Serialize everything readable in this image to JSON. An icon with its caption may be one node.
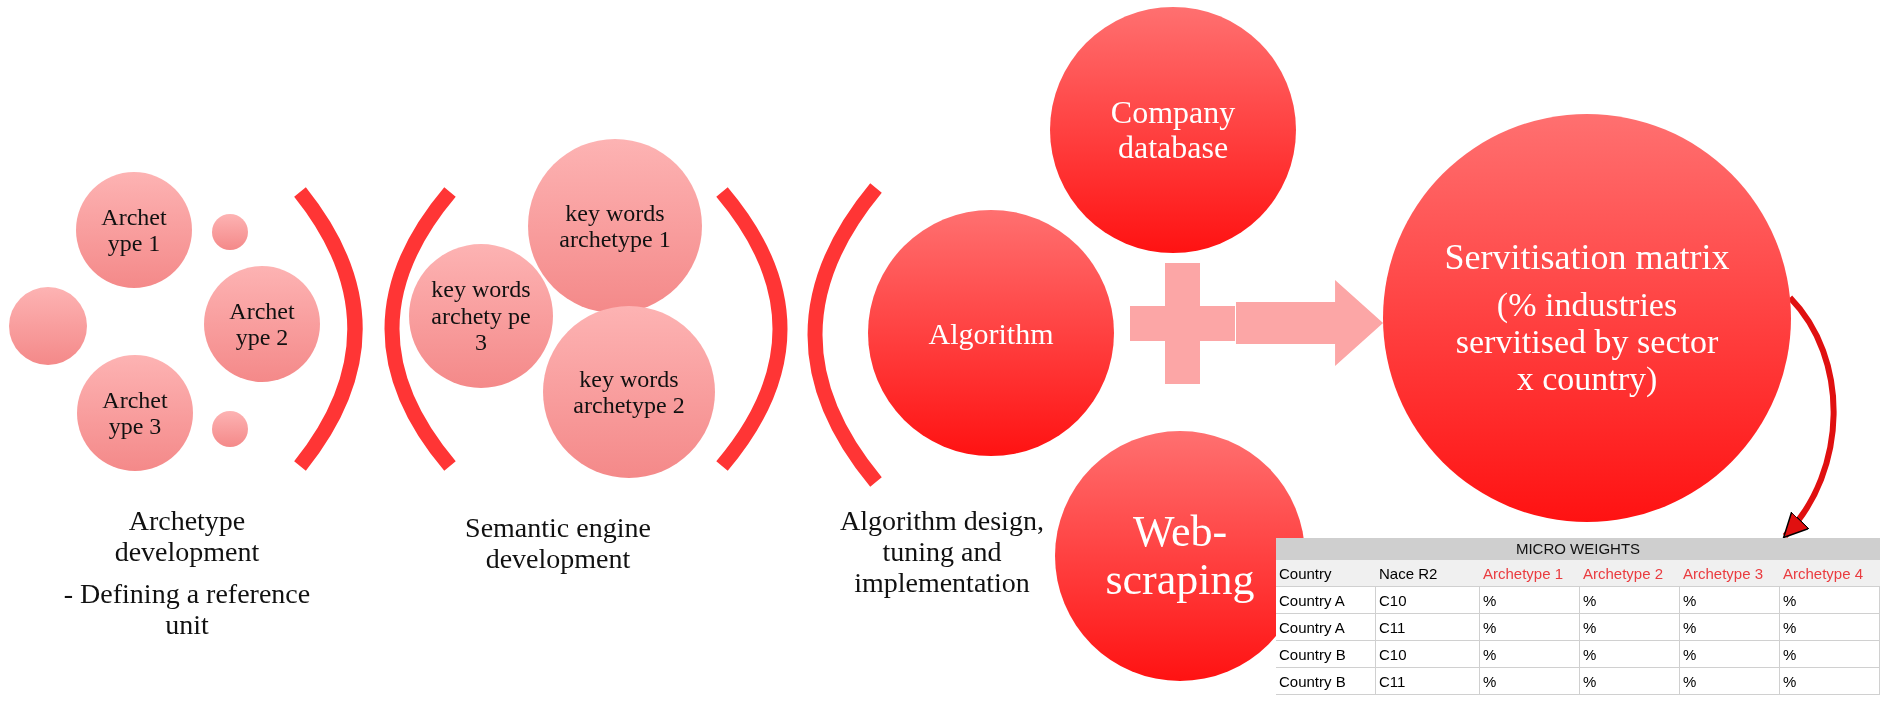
{
  "diagram": {
    "nodes": [
      {
        "text": [
          "Archet ype 1"
        ]
      },
      {
        "text": [],
        "shape": "circle"
      },
      {
        "text": [],
        "shape": "circle"
      },
      {
        "text": [
          "Archet ype 2"
        ]
      },
      {
        "text": [
          "Archet ype 3"
        ]
      },
      {
        "text": [],
        "shape": "circle"
      },
      {
        "text": [
          "key words archety pe 3"
        ]
      },
      {
        "text": [
          "key words archetype 1"
        ]
      },
      {
        "text": [
          "key words archetype 2"
        ]
      },
      {
        "text": [
          "Company database"
        ]
      },
      {
        "text": [
          "Algorithm"
        ]
      },
      {
        "text": [
          "Web- scraping"
        ]
      },
      {
        "text": [],
        "shape": "cross"
      },
      {
        "text": [
          "Servitisation matrix",
          "(% industries servitised by sector x country)"
        ]
      },
      {
        "text": [
          "MICRO WEIGHTS"
        ]
      }
    ],
    "edges": [
      {
        "from": 12,
        "to": 13,
        "arrow": "to"
      },
      {
        "from": 13,
        "to": 14,
        "arrow": "to"
      }
    ],
    "labels": [
      "Archetype development",
      "- Defining a reference unit",
      "Semantic engine development",
      "Algorithm design, tuning and implementation",
      "Country",
      "Nace R2",
      "Archetype 1",
      "Archetype 2",
      "Archetype 3",
      "Archetype 4",
      "Country A",
      "C10",
      "%",
      "%",
      "%",
      "%",
      "Country A",
      "C11",
      "%",
      "%",
      "%",
      "%",
      "Country B",
      "C10",
      "%",
      "%",
      "%",
      "%",
      "Country B",
      "C11",
      "%",
      "%",
      "%",
      "%"
    ]
  }
}
